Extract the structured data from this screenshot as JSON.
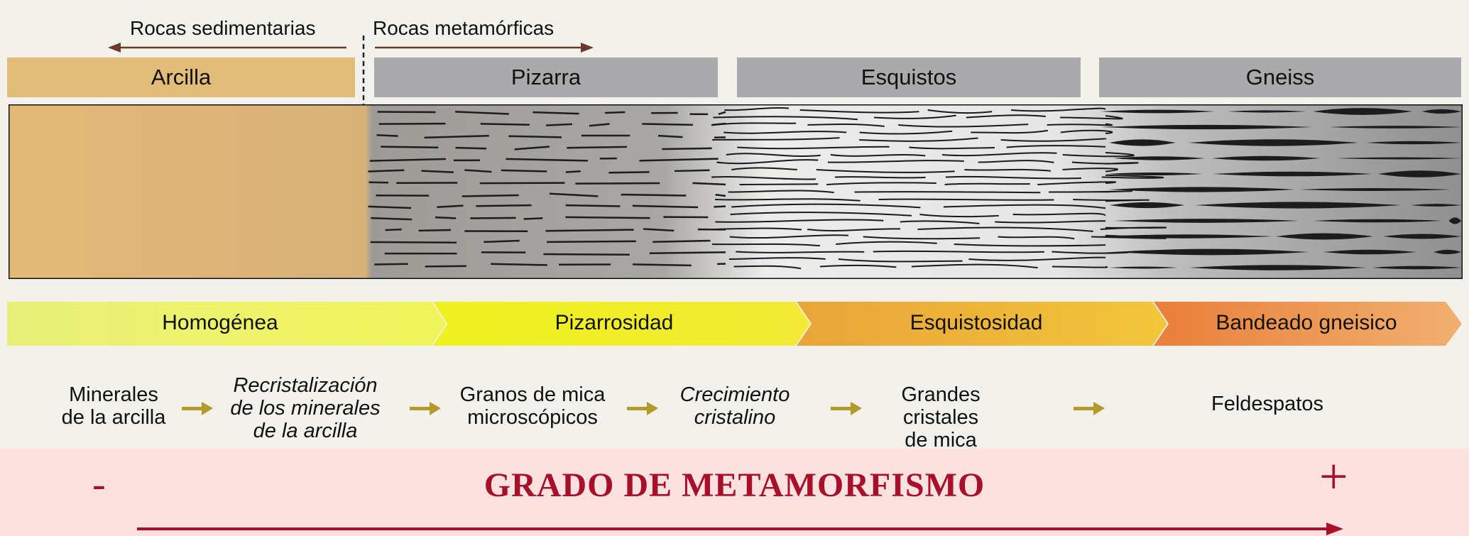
{
  "header": {
    "sedimentary_label": "Rocas sedimentarias",
    "metamorphic_label": "Rocas metamórficas"
  },
  "rocks": [
    "Arcilla",
    "Pizarra",
    "Esquistos",
    "Gneiss"
  ],
  "stages": [
    "Homogénea",
    "Pizarrosidad",
    "Esquistosidad",
    "Bandeado gneisico"
  ],
  "processes": {
    "p1": [
      "Minerales",
      "de la arcilla"
    ],
    "p2": [
      "Recristalización",
      "de los minerales",
      "de la arcilla"
    ],
    "p3": [
      "Granos de mica",
      "microscópicos"
    ],
    "p4": [
      "Crecimiento",
      "cristalino"
    ],
    "p5": [
      "Grandes",
      "cristales",
      "de mica"
    ],
    "p6": [
      "Feldespatos"
    ]
  },
  "footer": {
    "title": "GRADO DE METAMORFISMO",
    "minus": "-",
    "plus": "+"
  },
  "colors": {
    "clay": "#e2bd7a",
    "rock_gray": "#a9a9ab",
    "accent_red": "#a8102a",
    "arrow_olive": "#b59a2a"
  }
}
